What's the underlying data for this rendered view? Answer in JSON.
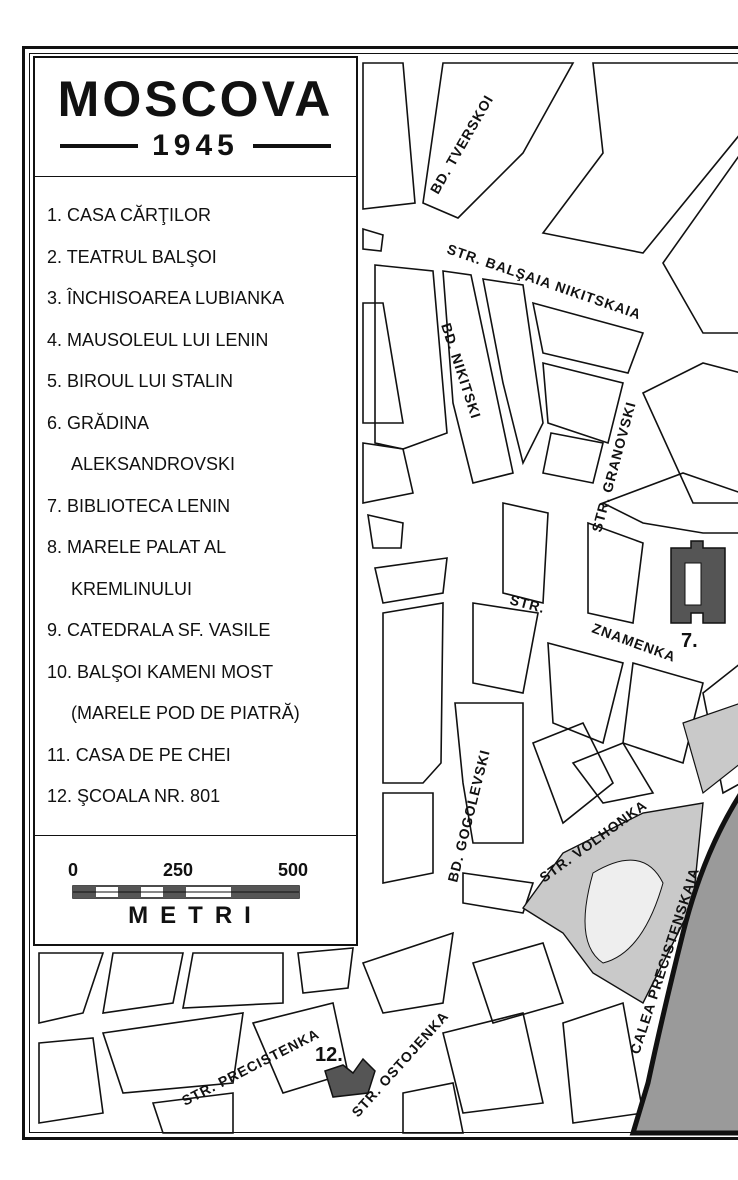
{
  "title": "MOSCOVA",
  "year": "1945",
  "legend_items": [
    "1. CASA CĂRŢILOR",
    "2. TEATRUL BALŞOI",
    "3. ÎNCHISOAREA LUBIANKA",
    "4. MAUSOLEUL LUI LENIN",
    "5. BIROUL LUI STALIN",
    "6. GRĂDINA",
    "ALEKSANDROVSKI",
    "7. BIBLIOTECA LENIN",
    "8. MARELE PALAT AL",
    "KREMLINULUI",
    "9. CATEDRALA SF. VASILE",
    "10. BALŞOI KAMENI MOST",
    "(MARELE POD DE PIATRĂ)",
    "11. CASA DE PE CHEI",
    "12. ŞCOALA NR. 801"
  ],
  "scale": {
    "labels": [
      "0",
      "250",
      "500"
    ],
    "unit": "METRI"
  },
  "streets": {
    "tverskoi": "BD. TVERSKOI",
    "balsaia_nikitskaia": "STR. BALŞAIA NIKITSKAIA",
    "nikitski": "BD. NIKITSKI",
    "granovski": "STR. GRANOVSKI",
    "str": "STR.",
    "znamenka": "ZNAMENKA",
    "gogolevski": "BD. GOGOLEVSKI",
    "volhonka": "STR. VOLHONKA",
    "calea_precistenskaia": "CALEA PRECISTENSKAIA",
    "precistenka": "STR. PRECISTENKA",
    "ostojenka": "STR. OSTOJENKA"
  },
  "markers": {
    "lenin_library": "7.",
    "school_801": "12."
  },
  "colors": {
    "ink": "#111111",
    "river": "#9a9a9a",
    "park": "#c9c9c9",
    "building": "#555555"
  }
}
